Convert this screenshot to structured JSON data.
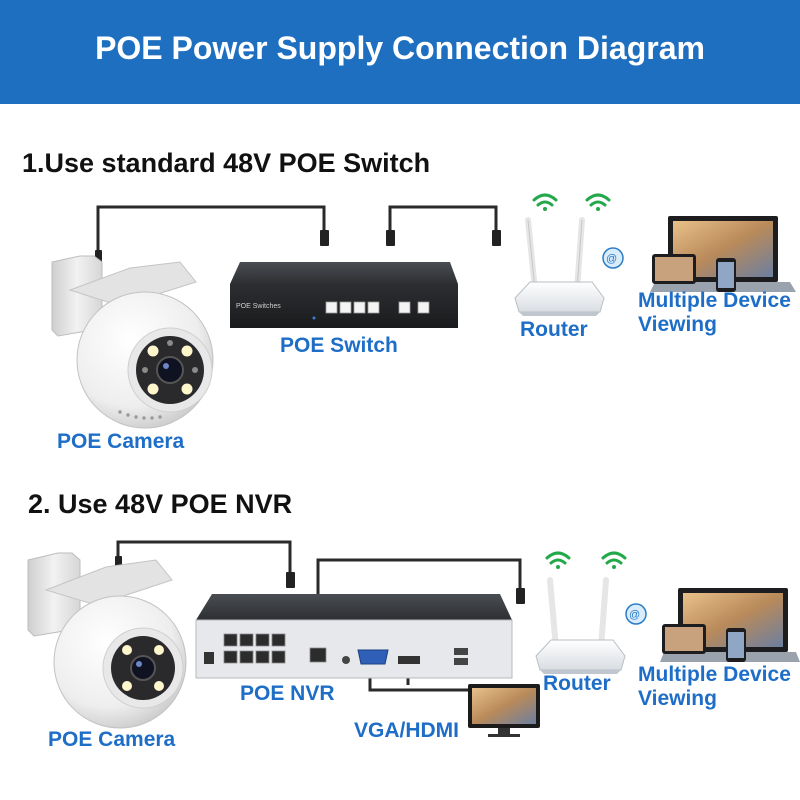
{
  "banner": {
    "title": "POE Power Supply Connection Diagram",
    "color": "#1f6fc0"
  },
  "accent_color": "#1e6ec8",
  "section1": {
    "title": "1.Use standard 48V POE Switch",
    "camera_label": "POE Camera",
    "switch_label": "POE Switch",
    "switch_panel_text": "POE Switches",
    "router_label": "Router",
    "devices_label_line1": "Multiple Device",
    "devices_label_line2": "Viewing"
  },
  "section2": {
    "title": "2. Use 48V POE NVR",
    "camera_label": "POE Camera",
    "nvr_label": "POE NVR",
    "display_label": "VGA/HDMI",
    "router_label": "Router",
    "devices_label_line1": "Multiple Device",
    "devices_label_line2": "Viewing"
  },
  "icons": [
    "ptz-camera-icon",
    "poe-switch-icon",
    "router-icon",
    "wifi-icon",
    "globe-icon",
    "laptop-icon",
    "tablet-icon",
    "phone-icon",
    "nvr-icon",
    "monitor-icon",
    "cable-icon"
  ]
}
